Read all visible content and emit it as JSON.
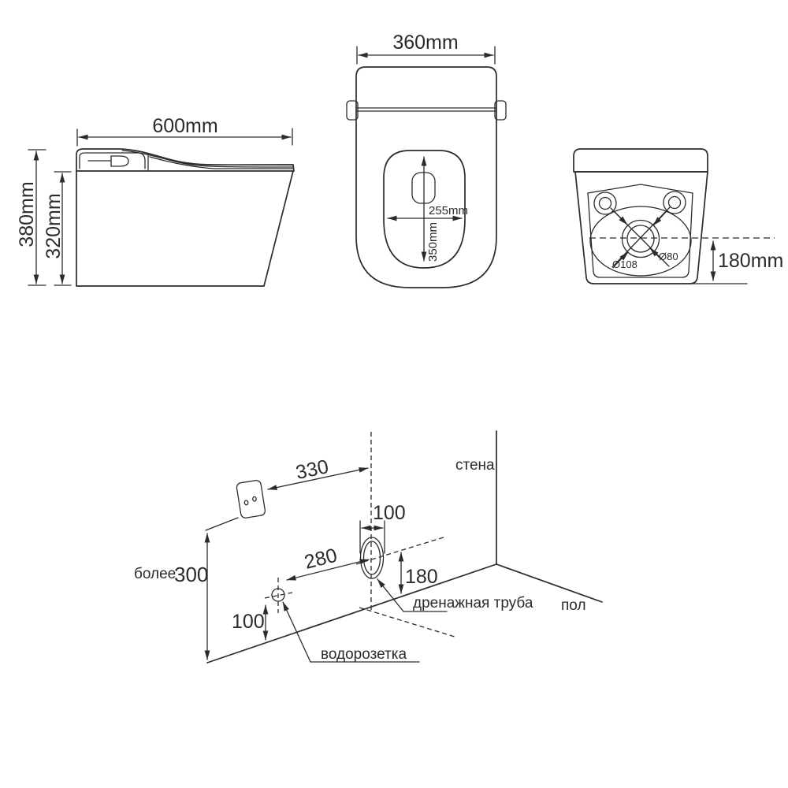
{
  "colors": {
    "line": "#2b2b2b",
    "background": "#ffffff"
  },
  "side_view": {
    "width_label": "600mm",
    "total_height_label": "380mm",
    "body_height_label": "320mm"
  },
  "top_view": {
    "width_label": "360mm",
    "bowl_width_label": "255mm",
    "bowl_depth_label": "350mm"
  },
  "rear_view": {
    "drain_height_label": "180mm",
    "drain_outer_diameter_label": "Ø108",
    "drain_inner_diameter_label": "Ø80"
  },
  "installation": {
    "wall_label": "стена",
    "floor_label": "пол",
    "drain_pipe_label": "дренажная труба",
    "water_outlet_label": "водорозетка",
    "plate_to_axis_distance": "330",
    "pipe_width": "100",
    "outlet_to_pipe_distance": "280",
    "pipe_height_above_floor": "180",
    "outlet_height_above_floor": "100",
    "min_side_clearance_prefix": "более",
    "min_side_clearance_value": "300"
  }
}
